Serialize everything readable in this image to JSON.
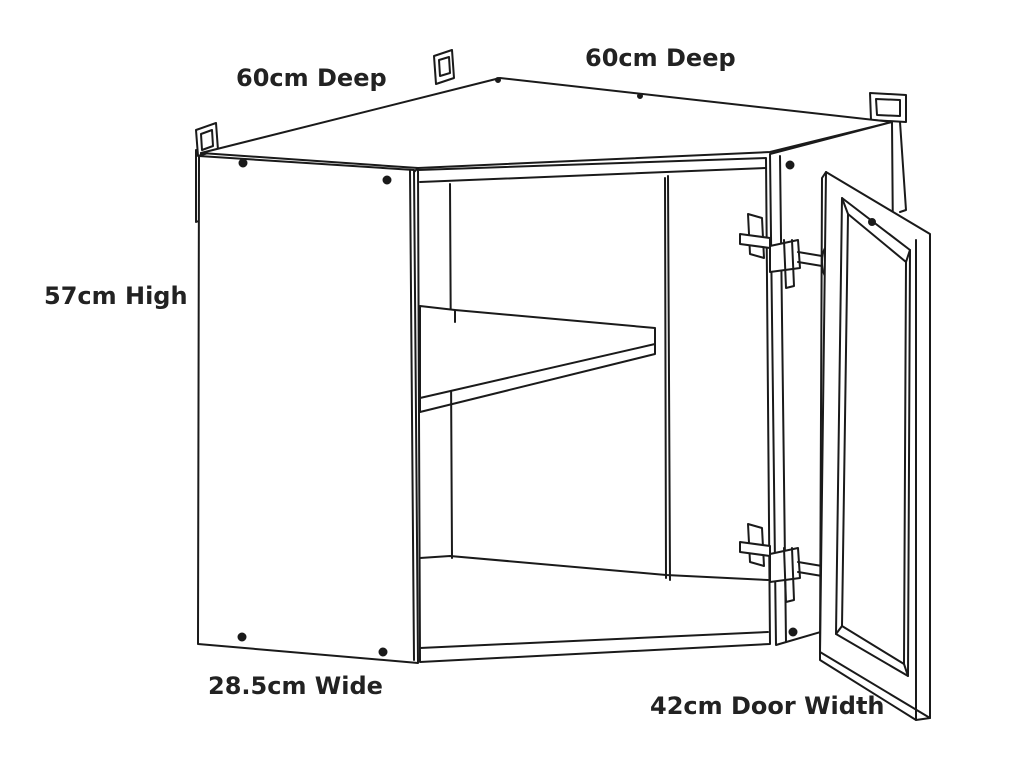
{
  "labels": {
    "depth_left": "60cm Deep",
    "depth_right": "60cm Deep",
    "height": "57cm High",
    "width": "28.5cm Wide",
    "door_width": "42cm Door Width"
  },
  "colors": {
    "line": "#1a1a1a",
    "fill": "#ffffff",
    "text": "#222222"
  }
}
